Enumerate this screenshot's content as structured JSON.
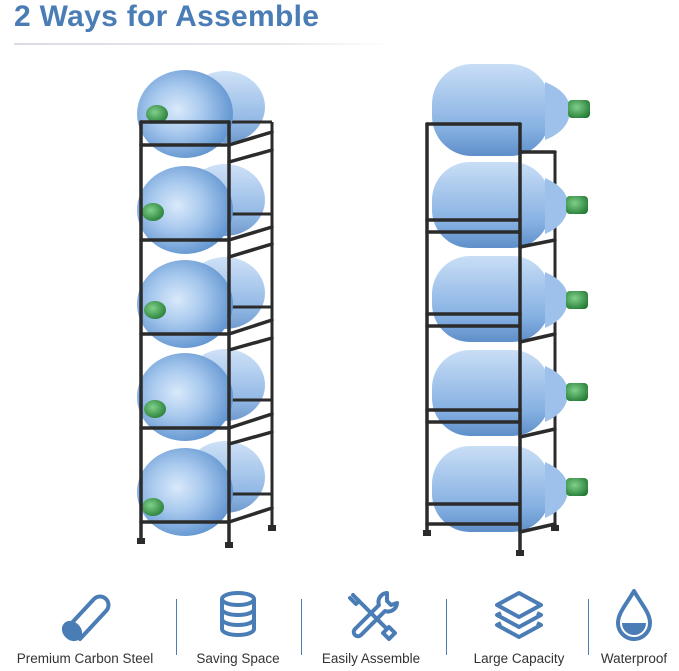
{
  "header": {
    "title": "2 Ways for Assemble"
  },
  "product": {
    "racks": [
      {
        "name": "vertical-rack",
        "bottle_count": 5
      },
      {
        "name": "side-rack",
        "bottle_count": 5
      }
    ]
  },
  "features": {
    "items": [
      {
        "label": "Premium Carbon Steel",
        "icon": "steel-tube-icon"
      },
      {
        "label": "Saving Space",
        "icon": "stack-coins-icon"
      },
      {
        "label": "Easily Assemble",
        "icon": "tools-icon"
      },
      {
        "label": "Large Capacity",
        "icon": "layers-icon"
      },
      {
        "label": "Waterproof",
        "icon": "water-drop-icon"
      }
    ]
  },
  "colors": {
    "accent": "#4a7cb6",
    "frame": "#2b2b2b",
    "bottle": "#8fb8e6",
    "cap": "#3c9a4a"
  }
}
